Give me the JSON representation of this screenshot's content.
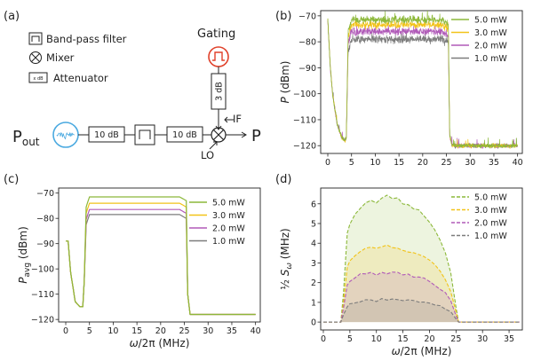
{
  "colors": {
    "p5": "#8cb83a",
    "p3": "#f2c318",
    "p2": "#b05ab8",
    "p1": "#7c7c7c",
    "gating": "#e0402a",
    "pout": "#4aa9e0"
  },
  "legend_labels": [
    "5.0 mW",
    "3.0 mW",
    "2.0 mW",
    "1.0 mW"
  ],
  "diagram": {
    "panel_label": "(a)",
    "key_bandpass": "Band-pass filter",
    "key_mixer": "Mixer",
    "key_attenuator": "Attenuator",
    "key_atten_box": "x dB",
    "gating": "Gating",
    "atten_3db": "3 dB",
    "atten_10db_1": "10 dB",
    "atten_10db_2": "10 dB",
    "if_label": "IF",
    "lo_label": "LO",
    "pout_main": "P",
    "pout_sub": "out",
    "p_out": "P"
  },
  "chart_data": [
    {
      "panel": "(b)",
      "type": "line",
      "xlabel": "",
      "ylabel": "P (dBm)",
      "xlim": [
        -1.5,
        41
      ],
      "ylim": [
        -123,
        -68
      ],
      "xticks": [
        0,
        5,
        10,
        15,
        20,
        25,
        30,
        35,
        40
      ],
      "yticks": [
        -120,
        -110,
        -100,
        -90,
        -80,
        -70
      ],
      "legend": "top-right",
      "noisy": true,
      "series": [
        {
          "name": "5.0 mW",
          "color": "p5",
          "plateau": -71.5
        },
        {
          "name": "3.0 mW",
          "color": "p3",
          "plateau": -73.5
        },
        {
          "name": "2.0 mW",
          "color": "p2",
          "plateau": -76.0
        },
        {
          "name": "1.0 mW",
          "color": "p1",
          "plateau": -79.0
        }
      ],
      "points_x": [
        0,
        0.5,
        1,
        2,
        3,
        3.6,
        3.9,
        4.3,
        5,
        7,
        10,
        15,
        20,
        24,
        25.4,
        25.7,
        26.2,
        30,
        40
      ],
      "points_y": [
        -71.5,
        -89,
        -100,
        -112,
        -117,
        -118,
        -117,
        null,
        null,
        null,
        null,
        null,
        null,
        null,
        null,
        -116,
        -120,
        -120,
        -120
      ]
    },
    {
      "panel": "(c)",
      "type": "line",
      "xlabel": "ω/2π (MHz)",
      "ylabel": "P_avg (dBm)",
      "xlim": [
        -1.5,
        41
      ],
      "ylim": [
        -121,
        -68
      ],
      "xticks": [
        0,
        5,
        10,
        15,
        20,
        25,
        30,
        35,
        40
      ],
      "yticks": [
        -120,
        -110,
        -100,
        -90,
        -80,
        -70
      ],
      "legend": "right",
      "series": [
        {
          "name": "5.0 mW",
          "color": "p5",
          "plateau": -71.5
        },
        {
          "name": "3.0 mW",
          "color": "p3",
          "plateau": -74.0
        },
        {
          "name": "2.0 mW",
          "color": "p2",
          "plateau": -76.5
        },
        {
          "name": "1.0 mW",
          "color": "p1",
          "plateau": -78.5
        }
      ],
      "points_x": [
        0,
        0.5,
        1,
        2,
        3,
        3.6,
        3.9,
        4.3,
        5,
        7,
        10,
        15,
        20,
        24,
        25.4,
        25.7,
        26.2,
        30,
        40
      ],
      "points_y": [
        -89,
        -89,
        -101,
        -113,
        -115,
        -115,
        -105,
        null,
        null,
        null,
        null,
        null,
        null,
        null,
        null,
        -110,
        -118,
        -118,
        -118
      ]
    },
    {
      "panel": "(d)",
      "type": "area",
      "xlabel": "ω/2π (MHz)",
      "ylabel": "½ S_ω (MHz)",
      "xlim": [
        -0.5,
        37.5
      ],
      "ylim": [
        -0.4,
        6.8
      ],
      "xticks": [
        0,
        5,
        10,
        15,
        20,
        25,
        30,
        35
      ],
      "yticks": [
        0,
        1,
        2,
        3,
        4,
        5,
        6
      ],
      "legend": "top-right",
      "dashed": true,
      "x": [
        0,
        3.3,
        3.8,
        4.5,
        5,
        6,
        7,
        8,
        9,
        10,
        11,
        12,
        13,
        14,
        15,
        16,
        17,
        18,
        19,
        20,
        21,
        22,
        23,
        24,
        25,
        25.5,
        37
      ],
      "series": [
        {
          "name": "5.0 mW",
          "color": "p5",
          "values": [
            0,
            0,
            1.5,
            4.5,
            5.0,
            5.5,
            5.8,
            6.1,
            6.2,
            6.1,
            6.3,
            6.4,
            6.3,
            6.3,
            6.0,
            6.0,
            5.8,
            5.7,
            5.4,
            5.1,
            4.7,
            4.2,
            3.5,
            2.5,
            0.8,
            0,
            0
          ]
        },
        {
          "name": "3.0 mW",
          "color": "p3",
          "values": [
            0,
            0,
            1.0,
            2.8,
            3.1,
            3.4,
            3.6,
            3.7,
            3.8,
            3.7,
            3.8,
            3.9,
            3.8,
            3.8,
            3.6,
            3.6,
            3.5,
            3.4,
            3.3,
            3.1,
            2.9,
            2.6,
            2.2,
            1.6,
            0.5,
            0,
            0
          ]
        },
        {
          "name": "2.0 mW",
          "color": "p2",
          "values": [
            0,
            0,
            0.7,
            1.9,
            2.1,
            2.3,
            2.4,
            2.5,
            2.5,
            2.4,
            2.5,
            2.5,
            2.5,
            2.5,
            2.4,
            2.4,
            2.3,
            2.3,
            2.2,
            2.1,
            1.9,
            1.7,
            1.5,
            1.1,
            0.35,
            0,
            0
          ]
        },
        {
          "name": "1.0 mW",
          "color": "p1",
          "values": [
            0,
            0,
            0.35,
            0.8,
            0.9,
            1.0,
            1.05,
            1.1,
            1.1,
            1.1,
            1.15,
            1.15,
            1.15,
            1.15,
            1.1,
            1.1,
            1.05,
            1.0,
            1.0,
            0.95,
            0.9,
            0.8,
            0.7,
            0.5,
            0.15,
            0,
            0
          ]
        }
      ]
    }
  ]
}
